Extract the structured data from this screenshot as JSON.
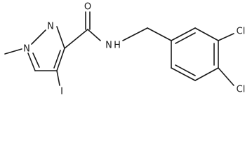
{
  "molecule": {
    "atoms": {
      "n_pyrazole_2": "N",
      "n_pyrazole_1": "N",
      "methyl": "",
      "carbonyl_oxygen": "O",
      "amide_nitrogen": "N",
      "amide_hydrogen": "H",
      "iodine": "I",
      "chlorine_3": "Cl",
      "chlorine_4": "Cl"
    }
  }
}
